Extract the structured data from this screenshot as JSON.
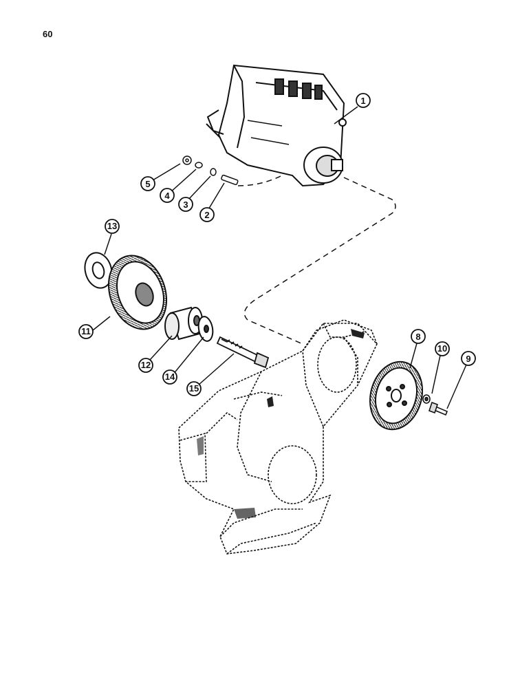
{
  "page": {
    "number": "60"
  },
  "callouts": [
    {
      "id": "c1",
      "label": "1"
    },
    {
      "id": "c2",
      "label": "2"
    },
    {
      "id": "c3",
      "label": "3"
    },
    {
      "id": "c4",
      "label": "4"
    },
    {
      "id": "c5",
      "label": "5"
    },
    {
      "id": "c8",
      "label": "8"
    },
    {
      "id": "c9",
      "label": "9"
    },
    {
      "id": "c10",
      "label": "10"
    },
    {
      "id": "c11",
      "label": "11"
    },
    {
      "id": "c12",
      "label": "12"
    },
    {
      "id": "c13",
      "label": "13"
    },
    {
      "id": "c14",
      "label": "14"
    },
    {
      "id": "c15",
      "label": "15"
    }
  ]
}
